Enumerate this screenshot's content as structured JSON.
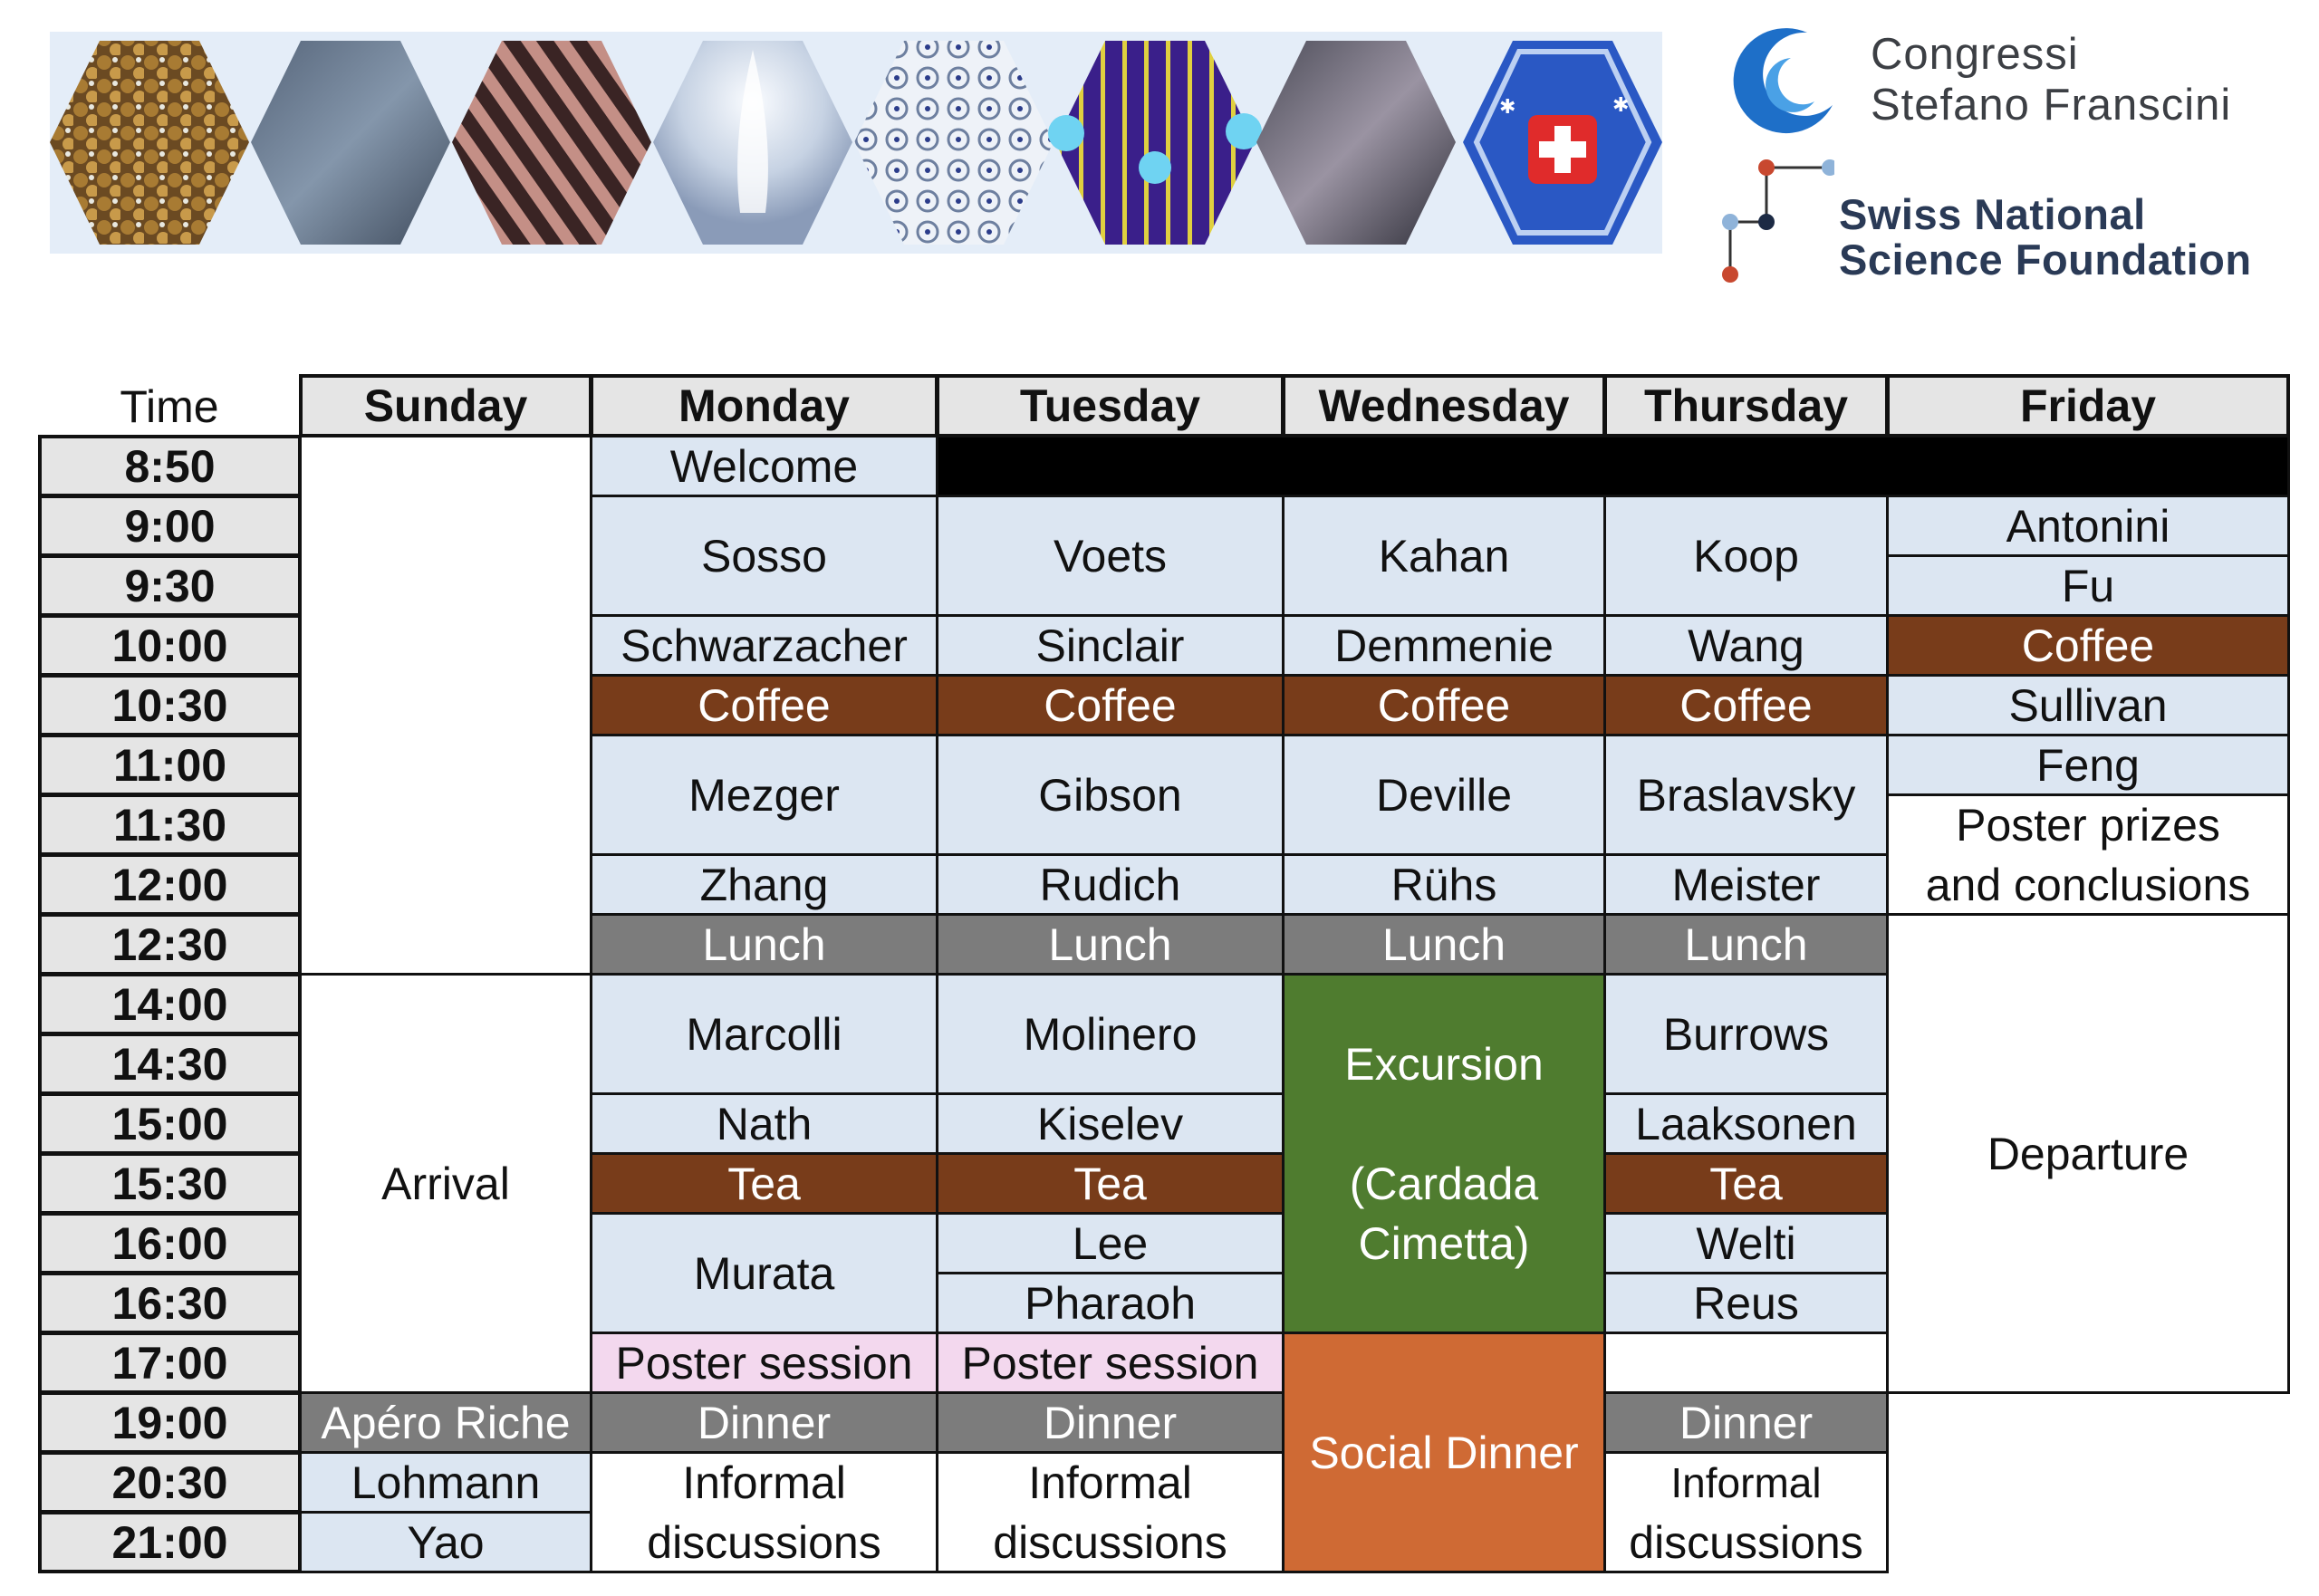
{
  "logos": {
    "congressi_line1": "Congressi",
    "congressi_line2": "Stefano Franscini",
    "snsf_line1": "Swiss National",
    "snsf_line2": "Science Foundation"
  },
  "colors": {
    "talk": "#dce6f2",
    "coffee_tea": "#783c1a",
    "meal": "#7c7c7c",
    "excursion": "#4f7c2f",
    "social_dinner": "#cf6a34",
    "poster": "#f3d8ee"
  },
  "table": {
    "time_header": "Time",
    "days": [
      "Sunday",
      "Monday",
      "Tuesday",
      "Wednesday",
      "Thursday",
      "Friday"
    ],
    "times": [
      "8:50",
      "9:00",
      "9:30",
      "10:00",
      "10:30",
      "11:00",
      "11:30",
      "12:00",
      "12:30",
      "14:00",
      "14:30",
      "15:00",
      "15:30",
      "16:00",
      "16:30",
      "17:00",
      "19:00",
      "20:30",
      "21:00"
    ],
    "sunday": {
      "arrival": "Arrival",
      "apero": "Apéro Riche",
      "lohmann": "Lohmann",
      "yao": "Yao"
    },
    "monday": {
      "welcome": "Welcome",
      "sosso": "Sosso",
      "schwarzacher": "Schwarzacher",
      "coffee": "Coffee",
      "mezger": "Mezger",
      "zhang": "Zhang",
      "lunch": "Lunch",
      "marcolli": "Marcolli",
      "nath": "Nath",
      "tea": "Tea",
      "murata": "Murata",
      "poster": "Poster session",
      "dinner": "Dinner",
      "informal_1": "Informal",
      "informal_2": "discussions"
    },
    "tuesday": {
      "voets": "Voets",
      "sinclair": "Sinclair",
      "coffee": "Coffee",
      "gibson": "Gibson",
      "rudich": "Rudich",
      "lunch": "Lunch",
      "molinero": "Molinero",
      "kiselev": "Kiselev",
      "tea": "Tea",
      "lee": "Lee",
      "pharaoh": "Pharaoh",
      "poster": "Poster session",
      "dinner": "Dinner",
      "informal_1": "Informal",
      "informal_2": "discussions"
    },
    "wednesday": {
      "kahan": "Kahan",
      "demmenie": "Demmenie",
      "coffee": "Coffee",
      "deville": "Deville",
      "ruehs": "Rühs",
      "lunch": "Lunch",
      "excursion_1": "Excursion",
      "excursion_2": "(Cardada",
      "excursion_3": "Cimetta)",
      "social_dinner": "Social Dinner"
    },
    "thursday": {
      "koop": "Koop",
      "wang": "Wang",
      "coffee": "Coffee",
      "braslavsky": "Braslavsky",
      "meister": "Meister",
      "lunch": "Lunch",
      "burrows": "Burrows",
      "laaksonen": "Laaksonen",
      "tea": "Tea",
      "welti": "Welti",
      "reus": "Reus",
      "dinner": "Dinner",
      "informal_1": "Informal",
      "informal_2": "discussions"
    },
    "friday": {
      "antonini": "Antonini",
      "fu": "Fu",
      "coffee": "Coffee",
      "sullivan": "Sullivan",
      "feng": "Feng",
      "prizes_1": "Poster prizes",
      "prizes_2": "and conclusions",
      "departure": "Departure"
    }
  }
}
